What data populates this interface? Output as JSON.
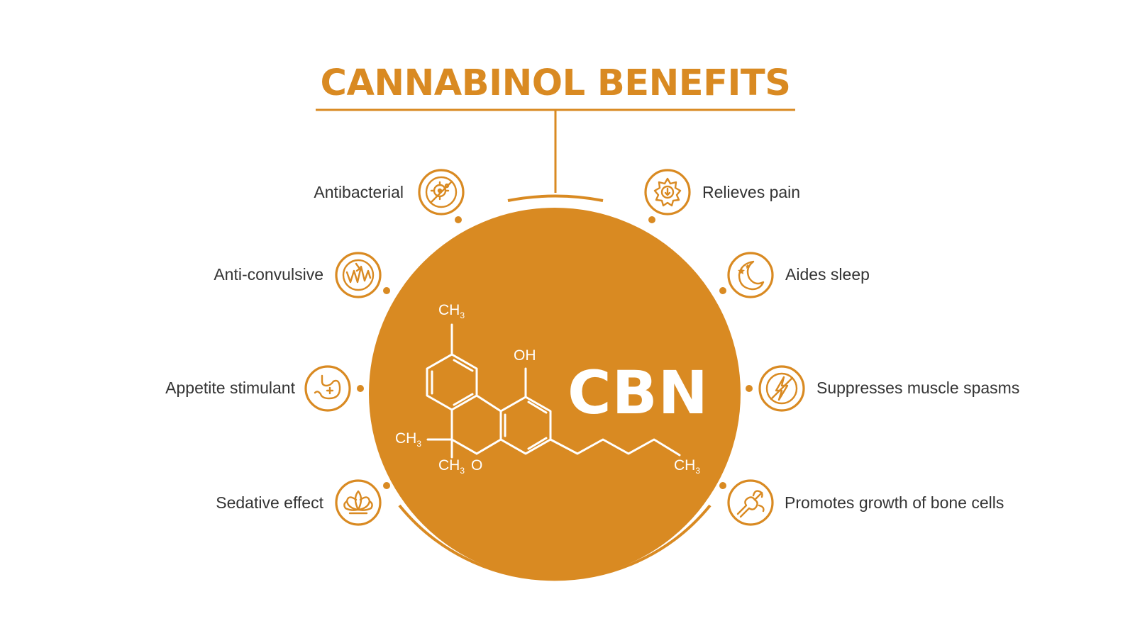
{
  "title": "CANNABINOL BENEFITS",
  "center_label": "CBN",
  "colors": {
    "accent": "#d98a22",
    "text": "#333333",
    "background": "#ffffff"
  },
  "molecule": {
    "ch3_top": "CH",
    "oh": "OH",
    "ch3_gem_left": "CH",
    "ch3_gem_bottom": "CH",
    "oxygen": "O",
    "ch3_tail": "CH",
    "subscript": "3"
  },
  "benefits_left": [
    {
      "label": "Antibacterial",
      "icon": "no-bacteria-icon"
    },
    {
      "label": "Anti-convulsive",
      "icon": "convulsion-icon"
    },
    {
      "label": "Appetite stimulant",
      "icon": "stomach-icon"
    },
    {
      "label": "Sedative effect",
      "icon": "lotus-icon"
    }
  ],
  "benefits_right": [
    {
      "label": "Relieves pain",
      "icon": "pain-relief-icon"
    },
    {
      "label": "Aides sleep",
      "icon": "moon-stars-icon"
    },
    {
      "label": "Suppresses muscle spasms",
      "icon": "lightning-icon"
    },
    {
      "label": "Promotes growth of bone cells",
      "icon": "bone-joint-icon"
    }
  ]
}
